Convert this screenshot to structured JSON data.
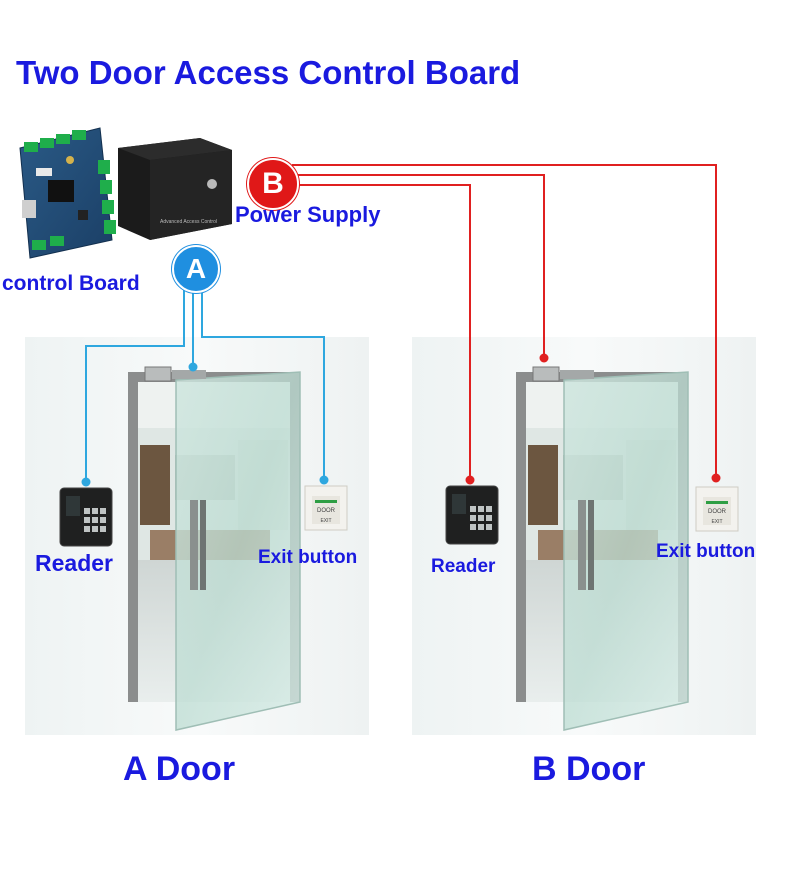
{
  "title": "Two Door Access Control Board",
  "badges": {
    "a": "A",
    "b": "B"
  },
  "labels": {
    "control_board": "control Board",
    "power_supply": "Power Supply",
    "reader_a": "Reader",
    "exit_a": "Exit button",
    "reader_b": "Reader",
    "exit_b": "Exit button"
  },
  "doors": {
    "a": "A Door",
    "b": "B Door"
  },
  "devices": {
    "exit_face_top": "DOOR",
    "exit_face_bottom": "EXIT",
    "box_caption": "Advanced Access Control"
  },
  "colors": {
    "title": "#1a1adf",
    "wire_a": "#2ea7df",
    "wire_b": "#e02020",
    "badge_a": "#1f8fe0",
    "badge_b": "#e01818"
  }
}
